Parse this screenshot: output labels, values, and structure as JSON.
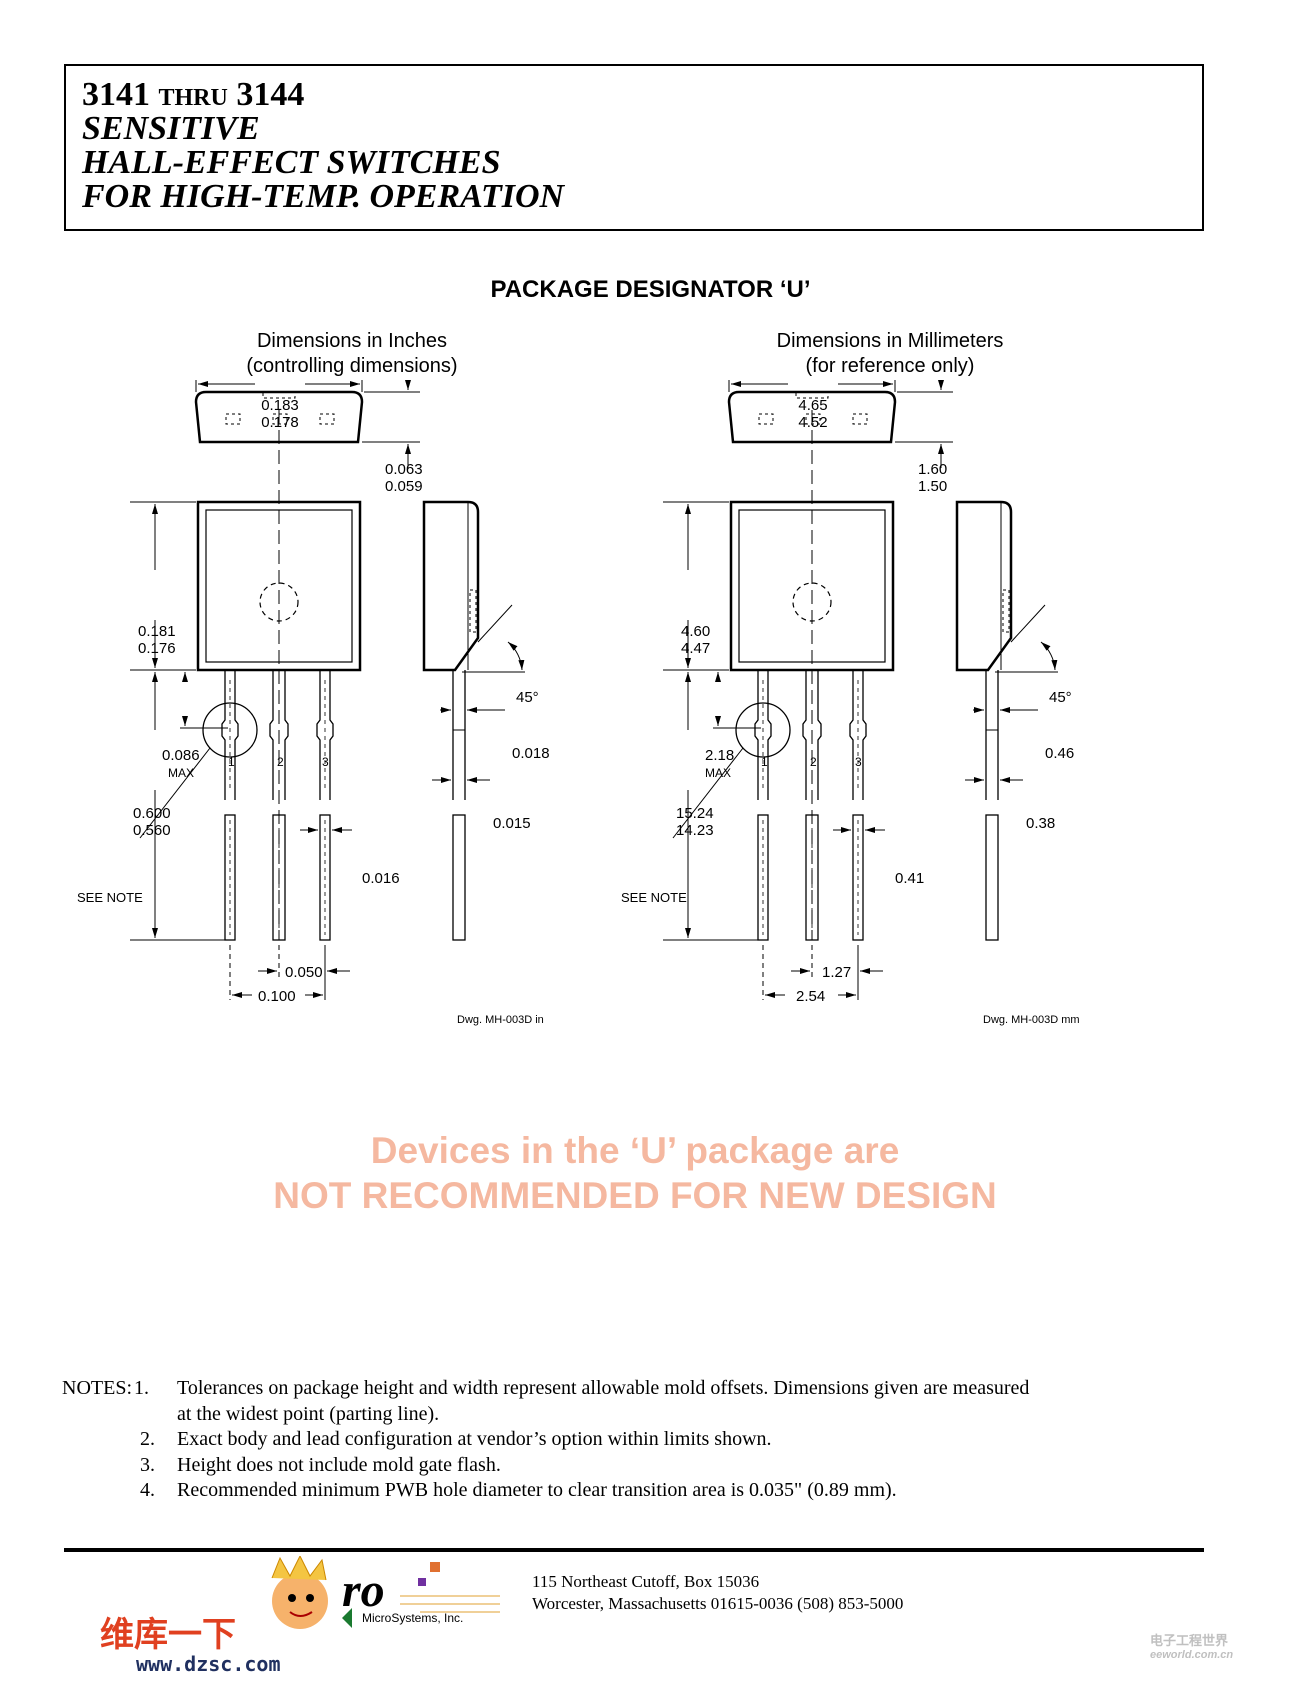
{
  "header": {
    "part_from": "3141",
    "thru": "THRU",
    "part_to": "3144",
    "line2": "SENSITIVE",
    "line3": "HALL-EFFECT SWITCHES",
    "line4": "FOR HIGH-TEMP. OPERATION"
  },
  "package_title": "PACKAGE DESIGNATOR ‘U’",
  "inches": {
    "head1": "Dimensions in Inches",
    "head2": "(controlling dimensions)",
    "width_max": "0.183",
    "width_min": "0.178",
    "thick_max": "0.063",
    "thick_min": "0.059",
    "body_max": "0.181",
    "body_min": "0.176",
    "angle": "45°",
    "lead_top": "0.018",
    "transition": "0.086",
    "transition_max": "MAX",
    "lead_max": "0.600",
    "lead_min": "0.560",
    "lead_thick": "0.015",
    "lead_width": "0.016",
    "see_note": "SEE NOTE",
    "pitch_half": "0.050",
    "pitch": "0.100",
    "dwg": "Dwg. MH-003D in",
    "pin1": "1",
    "pin2": "2",
    "pin3": "3"
  },
  "mm": {
    "head1": "Dimensions in Millimeters",
    "head2": "(for reference only)",
    "width_max": "4.65",
    "width_min": "4.52",
    "thick_max": "1.60",
    "thick_min": "1.50",
    "body_max": "4.60",
    "body_min": "4.47",
    "angle": "45°",
    "lead_top": "0.46",
    "transition": "2.18",
    "transition_max": "MAX",
    "lead_max": "15.24",
    "lead_min": "14.23",
    "lead_thick": "0.38",
    "lead_width": "0.41",
    "see_note": "SEE NOTE",
    "pitch_half": "1.27",
    "pitch": "2.54",
    "dwg": "Dwg. MH-003D mm",
    "pin1": "1",
    "pin2": "2",
    "pin3": "3"
  },
  "warning": {
    "line1": "Devices in the ‘U’ package are",
    "line2": "NOT RECOMMENDED FOR NEW DESIGN",
    "color": "#f5b8a0"
  },
  "notes": {
    "label": "NOTES:",
    "items": [
      {
        "num": "1.",
        "text": "Tolerances on package height and width represent allowable mold offsets. Dimensions given are measured",
        "cont": "at the widest point (parting line)."
      },
      {
        "num": "2.",
        "text": "Exact body and lead configuration at vendor’s option within limits shown."
      },
      {
        "num": "3.",
        "text": "Height does not include mold gate flash."
      },
      {
        "num": "4.",
        "text": "Recommended minimum PWB hole diameter to clear transition area is 0.035\"  (0.89 mm)."
      }
    ]
  },
  "footer": {
    "address1": "115 Northeast Cutoff, Box 15036",
    "address2": "Worcester, Massachusetts 01615-0036  (508) 853-5000",
    "logo_text": "MicroSystems, Inc.",
    "logo_mark": "ro",
    "dzsc_cn": "维库一下",
    "dzsc_url": "www.dzsc.com",
    "eeworld": "电子工程世界",
    "eeworld_url": "eeworld.com.cn"
  }
}
